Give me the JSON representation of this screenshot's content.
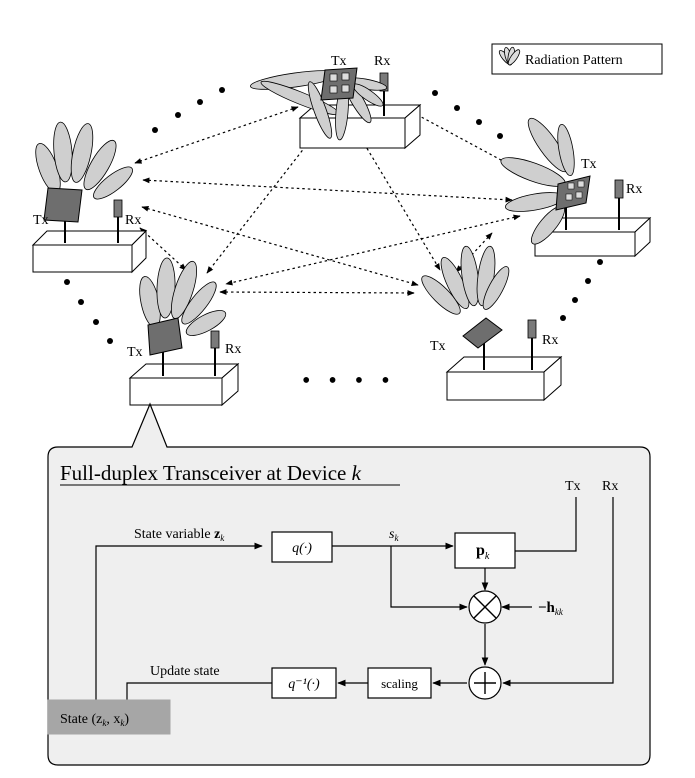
{
  "legend": {
    "label": "Radiation Pattern"
  },
  "devices": [
    {
      "id": "top",
      "tx_label": "Tx",
      "rx_label": "Rx"
    },
    {
      "id": "left",
      "tx_label": "Tx",
      "rx_label": "Rx"
    },
    {
      "id": "right",
      "tx_label": "Tx",
      "rx_label": "Rx"
    },
    {
      "id": "bottom-left",
      "tx_label": "Tx",
      "rx_label": "Rx"
    },
    {
      "id": "bottom-right",
      "tx_label": "Tx",
      "rx_label": "Rx"
    }
  ],
  "ellipsis": "• • • •",
  "panel": {
    "title_prefix": "Full-duplex Transceiver at Device ",
    "title_var": "k",
    "tx_label": "Tx",
    "rx_label": "Rx",
    "state_variable_text": "State variable ",
    "state_variable_sym": "z",
    "state_variable_sub": "k",
    "quantizer": "q(·)",
    "quantizer_out_sym": "s",
    "quantizer_out_sub": "k",
    "precoder_sym": "p",
    "precoder_sub": "k",
    "multiply_symbol": "⊗",
    "interference_sym": "−h",
    "interference_sub": "kk",
    "add_symbol": "⊕",
    "scaling_label": "scaling",
    "inverse_quantizer": "q⁻¹(·)",
    "update_state_label": "Update state",
    "state_box_label": "State (z",
    "state_box_sub1": "k",
    "state_box_mid": ", x",
    "state_box_sub2": "k",
    "state_box_end": ")"
  }
}
